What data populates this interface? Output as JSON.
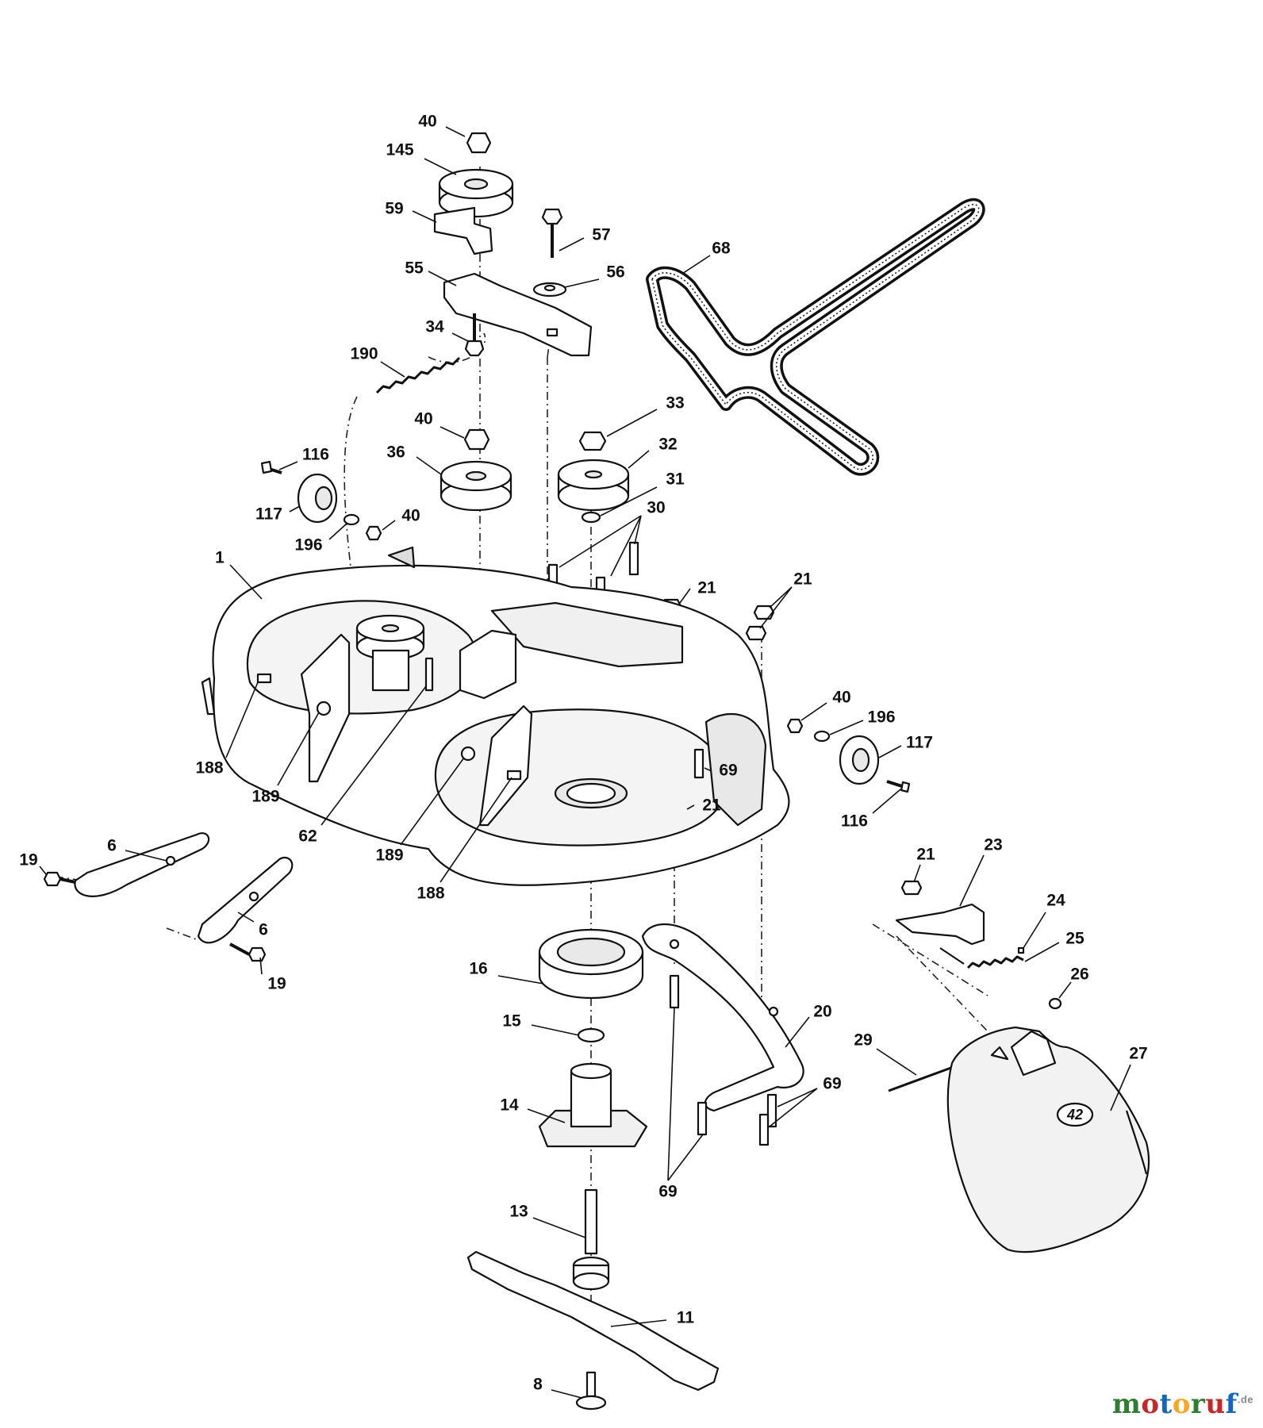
{
  "diagram": {
    "callouts": [
      {
        "id": "c40a",
        "text": "40"
      },
      {
        "id": "c145",
        "text": "145"
      },
      {
        "id": "c59",
        "text": "59"
      },
      {
        "id": "c57",
        "text": "57"
      },
      {
        "id": "c68",
        "text": "68"
      },
      {
        "id": "c55",
        "text": "55"
      },
      {
        "id": "c56",
        "text": "56"
      },
      {
        "id": "c34",
        "text": "34"
      },
      {
        "id": "c190",
        "text": "190"
      },
      {
        "id": "c40b",
        "text": "40"
      },
      {
        "id": "c33",
        "text": "33"
      },
      {
        "id": "c116a",
        "text": "116"
      },
      {
        "id": "c36",
        "text": "36"
      },
      {
        "id": "c32",
        "text": "32"
      },
      {
        "id": "c31",
        "text": "31"
      },
      {
        "id": "c117a",
        "text": "117"
      },
      {
        "id": "c40c",
        "text": "40"
      },
      {
        "id": "c30",
        "text": "30"
      },
      {
        "id": "c196a",
        "text": "196"
      },
      {
        "id": "c1",
        "text": "1"
      },
      {
        "id": "c21a",
        "text": "21"
      },
      {
        "id": "c21b",
        "text": "21"
      },
      {
        "id": "c40d",
        "text": "40"
      },
      {
        "id": "c196b",
        "text": "196"
      },
      {
        "id": "c117b",
        "text": "117"
      },
      {
        "id": "c188a",
        "text": "188"
      },
      {
        "id": "c69a",
        "text": "69"
      },
      {
        "id": "c189a",
        "text": "189"
      },
      {
        "id": "c21c",
        "text": "21"
      },
      {
        "id": "c116b",
        "text": "116"
      },
      {
        "id": "c62",
        "text": "62"
      },
      {
        "id": "c6a",
        "text": "6"
      },
      {
        "id": "c189b",
        "text": "189"
      },
      {
        "id": "c21d",
        "text": "21"
      },
      {
        "id": "c23",
        "text": "23"
      },
      {
        "id": "c19a",
        "text": "19"
      },
      {
        "id": "c188b",
        "text": "188"
      },
      {
        "id": "c24",
        "text": "24"
      },
      {
        "id": "c6b",
        "text": "6"
      },
      {
        "id": "c25",
        "text": "25"
      },
      {
        "id": "c19b",
        "text": "19"
      },
      {
        "id": "c16",
        "text": "16"
      },
      {
        "id": "c26",
        "text": "26"
      },
      {
        "id": "c20",
        "text": "20"
      },
      {
        "id": "c15",
        "text": "15"
      },
      {
        "id": "c29",
        "text": "29"
      },
      {
        "id": "c27",
        "text": "27"
      },
      {
        "id": "c69b",
        "text": "69"
      },
      {
        "id": "c14",
        "text": "14"
      },
      {
        "id": "c69c",
        "text": "69"
      },
      {
        "id": "c13",
        "text": "13"
      },
      {
        "id": "c11",
        "text": "11"
      },
      {
        "id": "c8",
        "text": "8"
      }
    ]
  },
  "chute": {
    "badge_text": "42"
  },
  "watermark": {
    "letters": [
      "m",
      "o",
      "t",
      "o",
      "r",
      "u",
      "f"
    ],
    "letter_colors": [
      "#2e7d32",
      "#c62828",
      "#1565c0",
      "#f9a825",
      "#2e7d32",
      "#c62828",
      "#1565c0"
    ],
    "suffix": ".de"
  }
}
